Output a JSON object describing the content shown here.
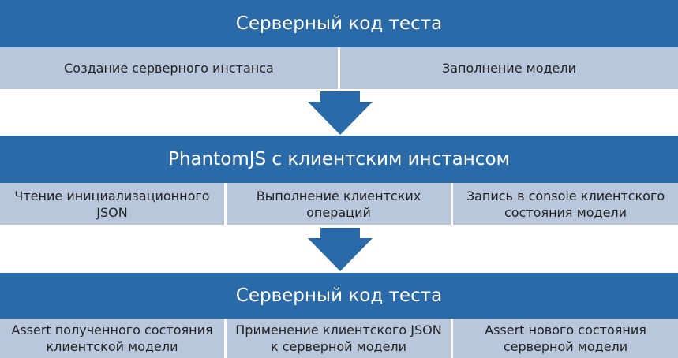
{
  "stage1": {
    "title": "Серверный код теста",
    "steps": [
      "Создание серверного инстанса",
      "Заполнение модели"
    ]
  },
  "stage2": {
    "title": "PhantomJS с клиентским инстансом",
    "steps": [
      "Чтение инициализационного JSON",
      "Выполнение клиентских операций",
      "Запись в console клиентского состояния модели"
    ]
  },
  "stage3": {
    "title": "Серверный код теста",
    "steps": [
      "Assert полученного состояния клиентской модели",
      "Применение клиентского JSON к серверной модели",
      "Assert нового состояния серверной модели"
    ]
  },
  "colors": {
    "header": "#2b6aa8",
    "cell": "#b8c7dc",
    "arrow": "#2b6aa8"
  }
}
